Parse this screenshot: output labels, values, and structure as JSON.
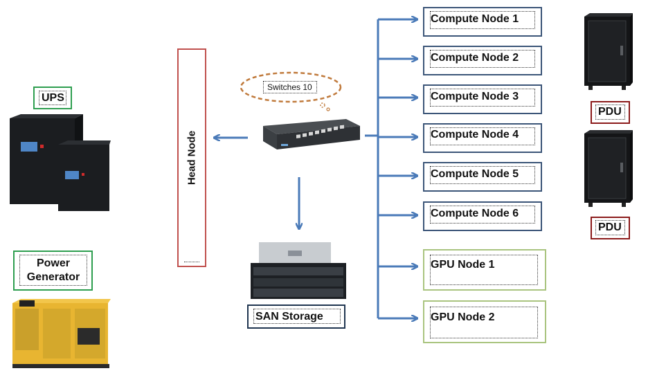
{
  "diagram": {
    "head_node": "Head Node",
    "switch_callout": "Switches 10",
    "san_storage": "SAN Storage",
    "ups": "UPS",
    "power_generator": "Power Generator",
    "compute_nodes": [
      "Compute Node 1",
      "Compute Node 2",
      "Compute Node 3",
      "Compute Node 4",
      "Compute Node 5",
      "Compute Node 6"
    ],
    "gpu_nodes": [
      "GPU Node 1",
      "GPU Node 2"
    ],
    "pdus": [
      "PDU",
      "PDU"
    ],
    "colors": {
      "arrow": "#4a7ab8",
      "compute_border": "#3b5578",
      "gpu_border": "#a9c47f",
      "head_border": "#c0504d",
      "pdu_border": "#8b1a1a",
      "ups_border": "#2e9e4f",
      "san_border": "#1f3550",
      "callout": "#c07a3c"
    }
  }
}
